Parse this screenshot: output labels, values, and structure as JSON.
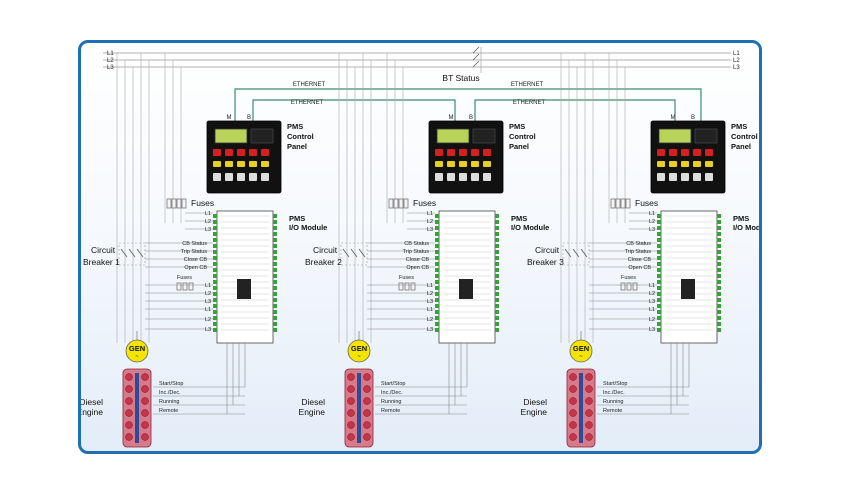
{
  "bus": {
    "lines": [
      "L1",
      "L2",
      "L3"
    ],
    "bt_status": "BT Status"
  },
  "network": {
    "ethernet_label": "ETHERNET",
    "port_master": "M",
    "port_backup": "B"
  },
  "control_panel": {
    "title": [
      "PMS",
      "Control",
      "Panel"
    ]
  },
  "io_module": {
    "title": [
      "PMS",
      "I/O Module"
    ]
  },
  "fuses_label": "Fuses",
  "cb_signals": [
    "CB Status",
    "Trip Status",
    "Close CB",
    "Open CB"
  ],
  "fuses_small": "Fuses",
  "line_labels": [
    "L1",
    "L2",
    "L3"
  ],
  "gen_label": "GEN",
  "gen_symbol": "~",
  "engine_signals": [
    "Start/Stop",
    "Inc./Dec.",
    "Running",
    "Remote"
  ],
  "engine_label": [
    "Diesel",
    "Engine"
  ],
  "units": [
    {
      "breaker_label": [
        "Circuit",
        "Breaker 1"
      ]
    },
    {
      "breaker_label": [
        "Circuit",
        "Breaker 2"
      ]
    },
    {
      "breaker_label": [
        "Circuit",
        "Breaker 3"
      ]
    }
  ],
  "colors": {
    "frame": "#1f6fb5",
    "ethernet": "#3a8f6a",
    "terminal": "#3aa03a",
    "gen": "#f3e500",
    "engine": "#c8334a",
    "wire": "#777777"
  }
}
